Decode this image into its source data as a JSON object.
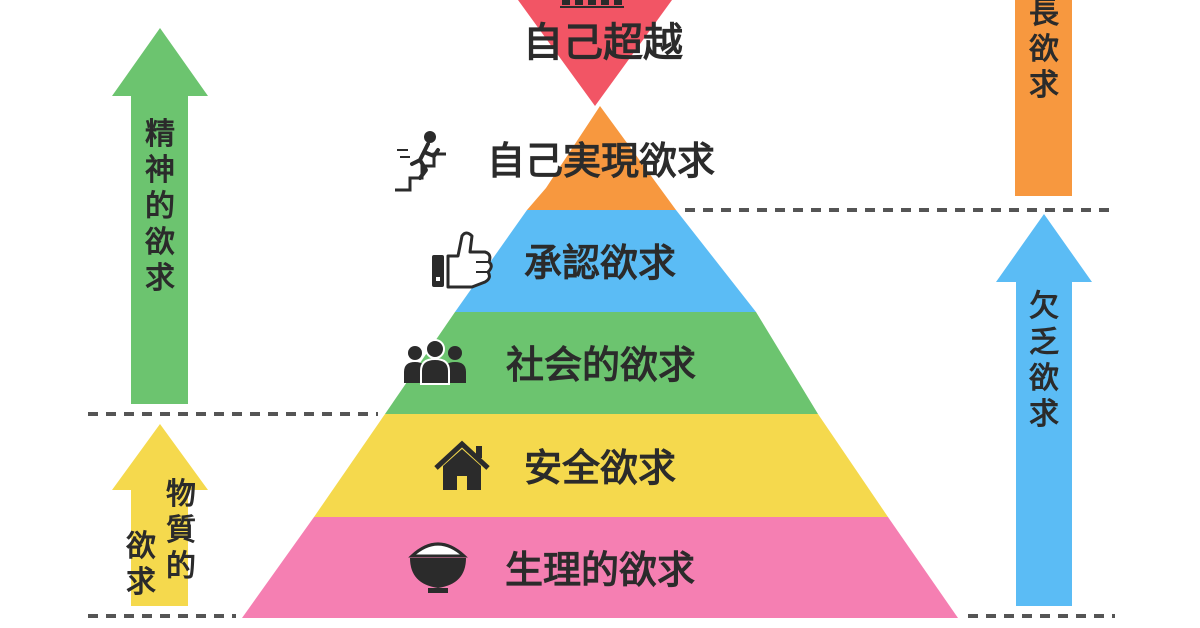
{
  "pyramid": {
    "levels": [
      {
        "key": "transcendence",
        "label": "自己超越",
        "icon": "bars-icon",
        "color": "#f25565"
      },
      {
        "key": "self_actualization",
        "label": "自己実現欲求",
        "icon": "running-stairs-icon",
        "color": "#f7983f"
      },
      {
        "key": "esteem",
        "label": "承認欲求",
        "icon": "thumbs-up-icon",
        "color": "#5bbcf5"
      },
      {
        "key": "social",
        "label": "社会的欲求",
        "icon": "people-group-icon",
        "color": "#6cc46f"
      },
      {
        "key": "safety",
        "label": "安全欲求",
        "icon": "house-icon",
        "color": "#f5d94d"
      },
      {
        "key": "physiological",
        "label": "生理的欲求",
        "icon": "rice-bowl-icon",
        "color": "#f57fb2"
      }
    ]
  },
  "left_arrows": {
    "spiritual": {
      "label": "精神的欲求",
      "color": "#6cc46f"
    },
    "material": {
      "label_col1": "物質的",
      "label_col2": "欲求",
      "color": "#f5d94d"
    }
  },
  "right_arrows": {
    "growth": {
      "label": "長欲求",
      "color": "#f7983f"
    },
    "deficiency": {
      "label": "欠乏欲求",
      "color": "#5bbcf5"
    }
  },
  "dividers": {
    "color": "#555555"
  }
}
